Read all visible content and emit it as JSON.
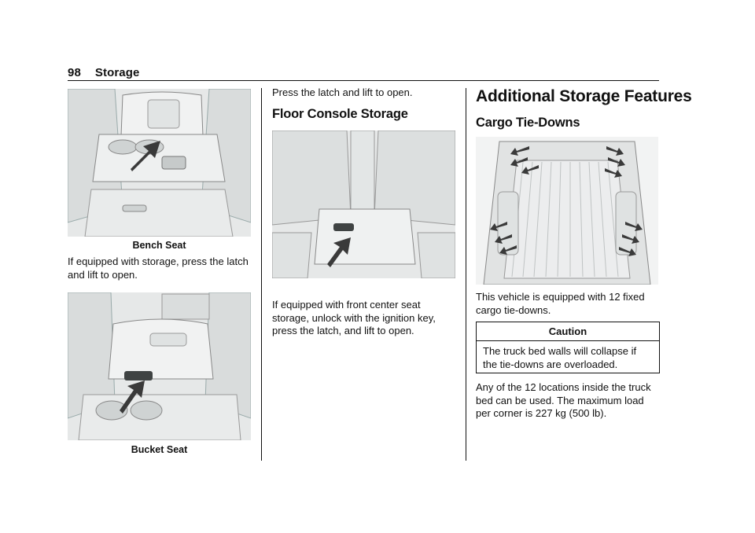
{
  "header": {
    "page_number": "98",
    "section": "Storage"
  },
  "col1": {
    "figure1_caption": "Bench Seat",
    "para1": "If equipped with storage, press the latch and lift to open.",
    "figure2_caption": "Bucket Seat"
  },
  "col2": {
    "para1": "Press the latch and lift to open.",
    "heading": "Floor Console Storage",
    "para2": "If equipped with front center seat storage, unlock with the ignition key, press the latch, and lift to open."
  },
  "col3": {
    "heading1": "Additional Storage Features",
    "heading2": "Cargo Tie-Downs",
    "para1": "This vehicle is equipped with 12 fixed cargo tie-downs.",
    "caution_title": "Caution",
    "caution_text": "The truck bed walls will collapse if the tie-downs are overloaded.",
    "para2": "Any of the 12 locations inside the truck bed can be used. The maximum load per corner is 227 kg (500 lb)."
  },
  "colors": {
    "text": "#111111",
    "figure_bg": "#e8eaea",
    "arrow": "#3a3a3a"
  },
  "icons": [
    "latch-arrow-icon",
    "tie-down-arrow-icon"
  ]
}
